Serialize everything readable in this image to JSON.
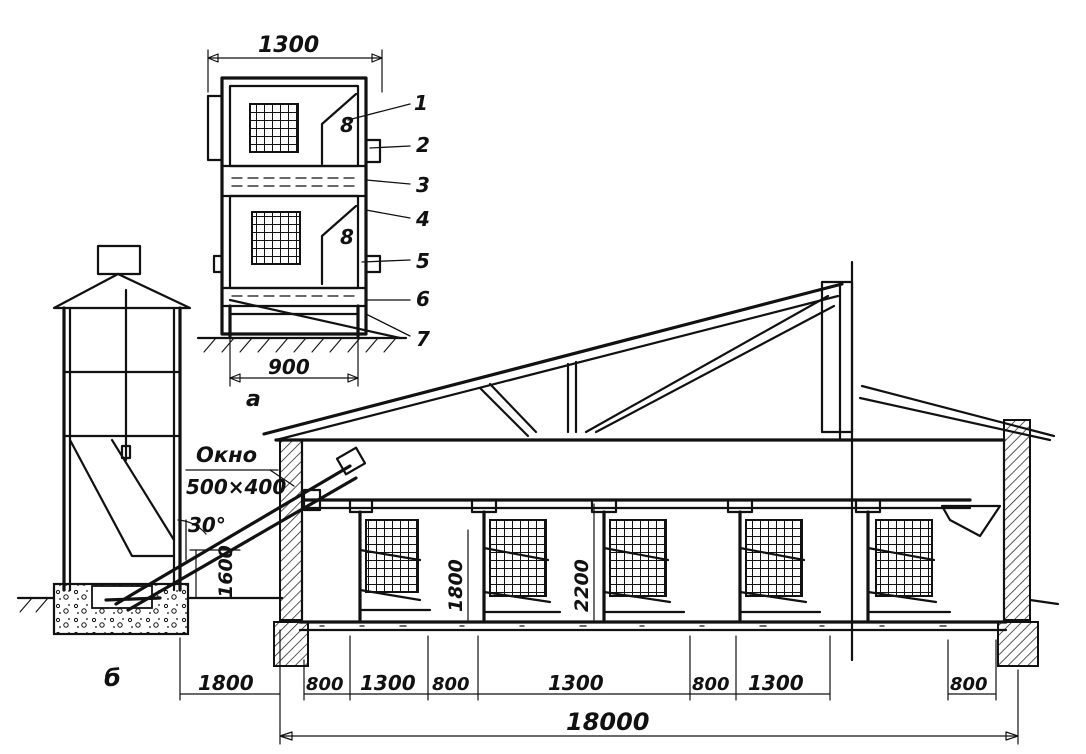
{
  "labels": {
    "view_a": "а",
    "view_b": "б",
    "window": "Окно",
    "window_size": "500×400",
    "angle": "30°"
  },
  "callouts": [
    "1",
    "2",
    "3",
    "4",
    "5",
    "6",
    "7"
  ],
  "dimensions": {
    "cage_width_top": "1300",
    "cage_width_bottom": "900",
    "auger_height": "1600",
    "cage_height": "1800",
    "column_height": "2200",
    "offset_left": "1800",
    "segments": [
      "800",
      "1300",
      "800",
      "1300",
      "800",
      "1300",
      "800"
    ],
    "total_span": "18000"
  }
}
